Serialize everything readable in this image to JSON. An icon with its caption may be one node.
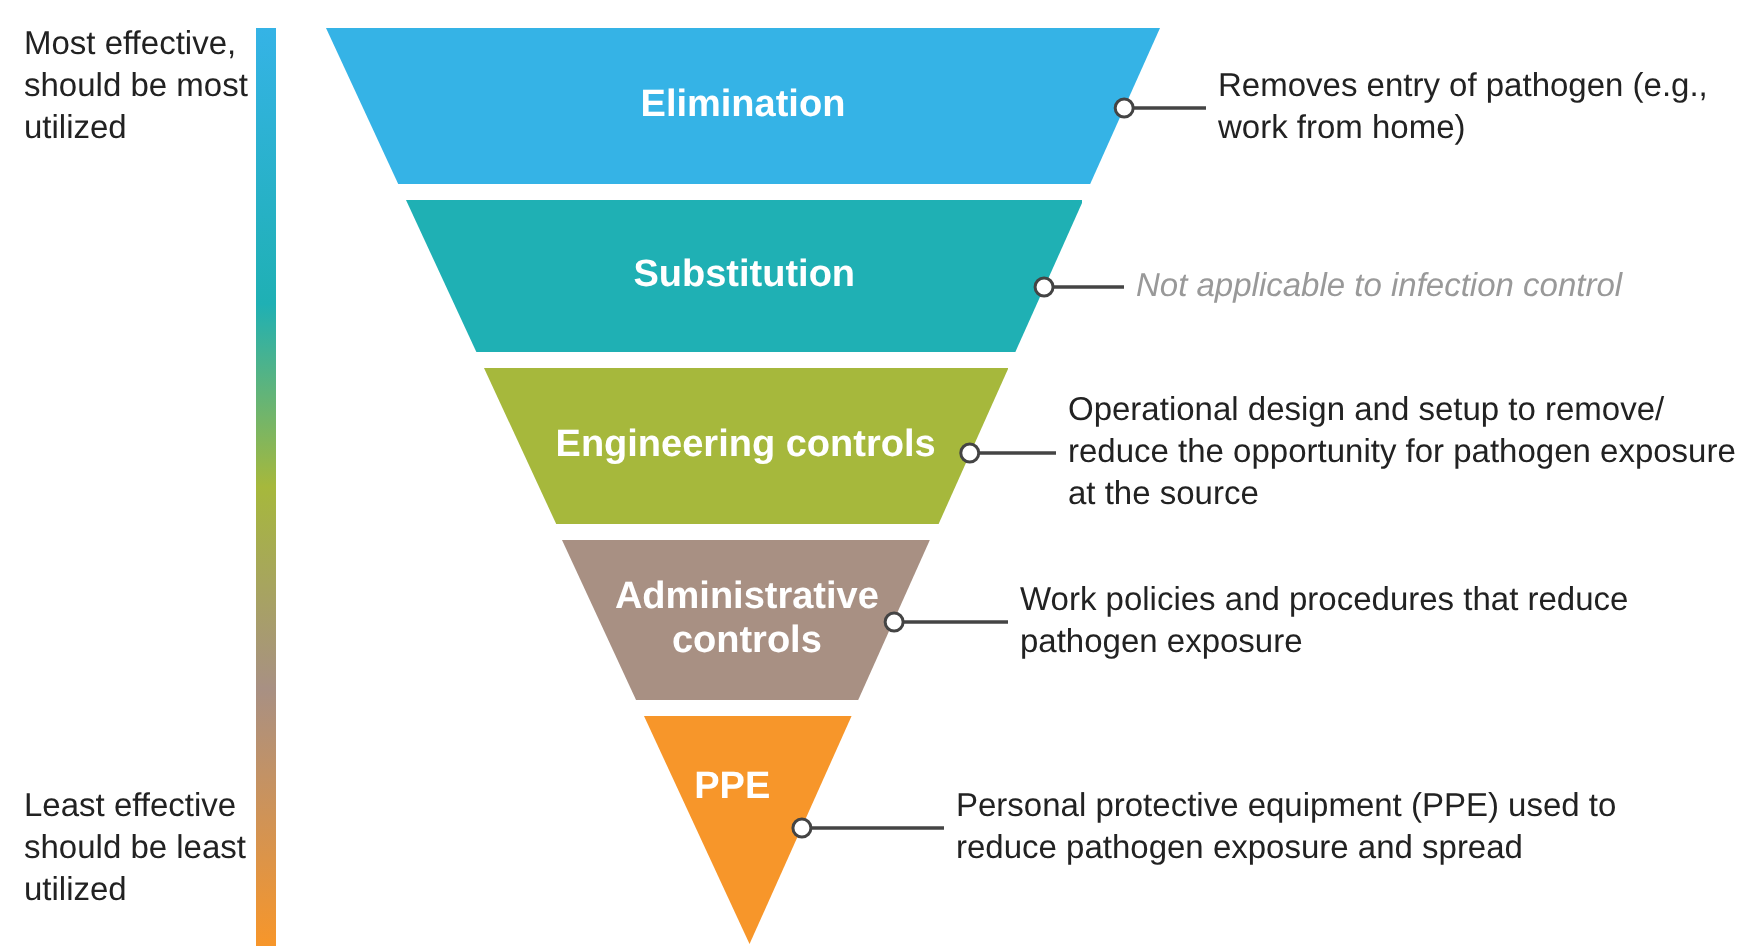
{
  "diagram": {
    "nodes": [
      {
        "text": [
          "Elimination"
        ]
      },
      {
        "text": [
          "Removes entry of pathogen (e.g., work from home)"
        ]
      },
      {
        "text": [
          "Substitution"
        ]
      },
      {
        "text": [
          "Not applicable to infection control"
        ]
      },
      {
        "text": [
          "Engineering controls"
        ]
      },
      {
        "text": [
          "Operational design and setup to remove/ reduce the opportunity for pathogen exposure at the source"
        ]
      },
      {
        "text": [
          "Administrative controls"
        ]
      },
      {
        "text": [
          "Work policies and procedures that reduce pathogen exposure"
        ]
      },
      {
        "text": [
          "PPE"
        ]
      },
      {
        "text": [
          "Personal protective equipment (PPE) used to reduce pathogen exposure and spread"
        ]
      }
    ],
    "edges": [
      {
        "from": 1,
        "to": 0,
        "arrow": "other"
      },
      {
        "from": 3,
        "to": 2,
        "arrow": "other"
      },
      {
        "from": 5,
        "to": 4,
        "arrow": "other"
      },
      {
        "from": 7,
        "to": 6,
        "arrow": "other"
      },
      {
        "from": 9,
        "to": 8,
        "arrow": "other"
      }
    ],
    "labels": [
      "Most effective, should be most utilized",
      "Least effective should be least utilized"
    ]
  }
}
